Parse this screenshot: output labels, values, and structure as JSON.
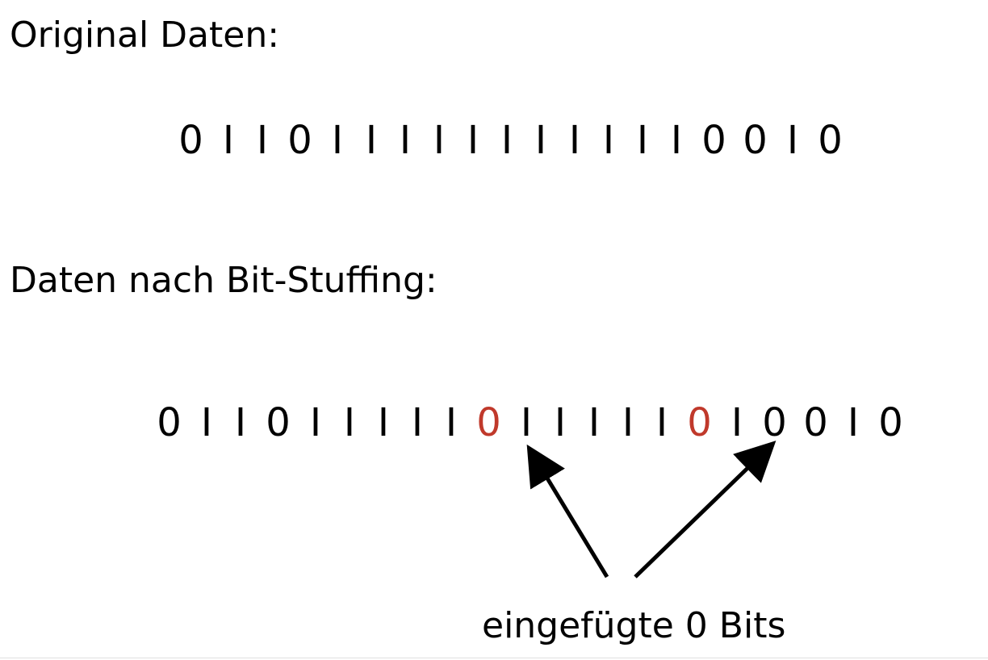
{
  "original": {
    "heading": "Original Daten:",
    "bits": [
      "0",
      "1",
      "1",
      "0",
      "1",
      "1",
      "1",
      "1",
      "1",
      "1",
      "1",
      "1",
      "1",
      "1",
      "1",
      "0",
      "0",
      "1",
      "0"
    ]
  },
  "stuffed": {
    "heading": "Daten nach Bit-Stuffing:",
    "bits": [
      "0",
      "1",
      "1",
      "0",
      "1",
      "1",
      "1",
      "1",
      "1",
      "0",
      "1",
      "1",
      "1",
      "1",
      "1",
      "0",
      "1",
      "0",
      "0",
      "1",
      "0"
    ],
    "inserted_indices": [
      9,
      15
    ]
  },
  "annotation": {
    "label": "eingefügte 0 Bits"
  },
  "colors": {
    "text": "#000000",
    "inserted_bit": "#c0392b",
    "arrow": "#000000",
    "background": "#ffffff"
  }
}
